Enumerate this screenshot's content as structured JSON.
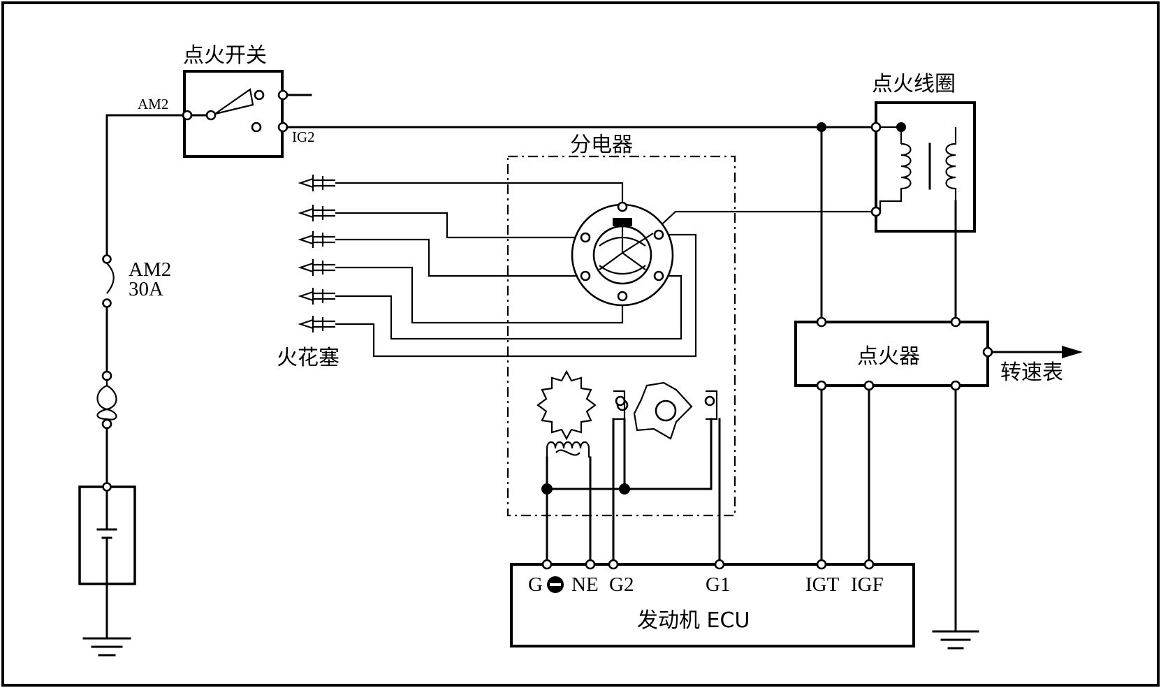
{
  "labels": {
    "ignition_switch": "点火开关",
    "am2_switch": "AM2",
    "ig2": "IG2",
    "fuse_name": "AM2",
    "fuse_rating": "30A",
    "distributor": "分电器",
    "spark_plug": "火花塞",
    "ignition_coil": "点火线圈",
    "igniter": "点火器",
    "tachometer": "转速表",
    "ecu": "发动机 ECU",
    "ecu_g_minus": "G",
    "ecu_ne": "NE",
    "ecu_g2": "G2",
    "ecu_g1": "G1",
    "ecu_igt": "IGT",
    "ecu_igf": "IGF"
  },
  "icons": {
    "battery": "battery-icon",
    "ground": "ground-icon",
    "fuse": "fuse-icon",
    "fusible_link": "fusible-link-icon",
    "spark_plug": "spark-plug-icon",
    "coil": "coil-icon",
    "minus": "minus-circle-icon"
  }
}
